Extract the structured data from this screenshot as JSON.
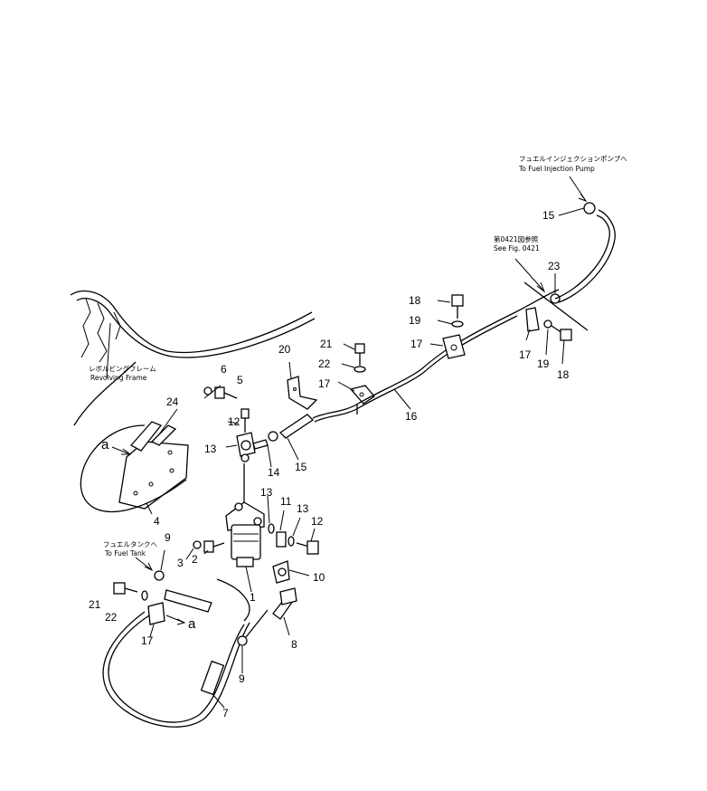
{
  "callouts": {
    "c1": "1",
    "c2": "2",
    "c3": "3",
    "c4": "4",
    "c5": "5",
    "c6": "6",
    "c7": "7",
    "c8": "8",
    "c9a": "9",
    "c9b": "9",
    "c10": "10",
    "c11": "11",
    "c12a": "12",
    "c12b": "12",
    "c13a": "13",
    "c13b": "13",
    "c13c": "13",
    "c14": "14",
    "c15a": "15",
    "c15b": "15",
    "c16": "16",
    "c17a": "17",
    "c17b": "17",
    "c17c": "17",
    "c17d": "17",
    "c18a": "18",
    "c18b": "18",
    "c19a": "19",
    "c19b": "19",
    "c20": "20",
    "c21a": "21",
    "c21b": "21",
    "c22a": "22",
    "c22b": "22",
    "c23": "23",
    "c24": "24"
  },
  "view_marks": {
    "a_top": "a",
    "a_bottom": "a"
  },
  "notes": {
    "pump_jp": "フュエルインジェクションポンプへ",
    "pump_en": "To Fuel Injection Pump",
    "fig_jp": "第0421図参照",
    "fig_en": "See Fig. 0421",
    "frame_jp": "レボルビングフレーム",
    "frame_en": "Revolving Frame",
    "tank_jp": "フュエルタンクへ",
    "tank_en": "To Fuel Tank"
  }
}
